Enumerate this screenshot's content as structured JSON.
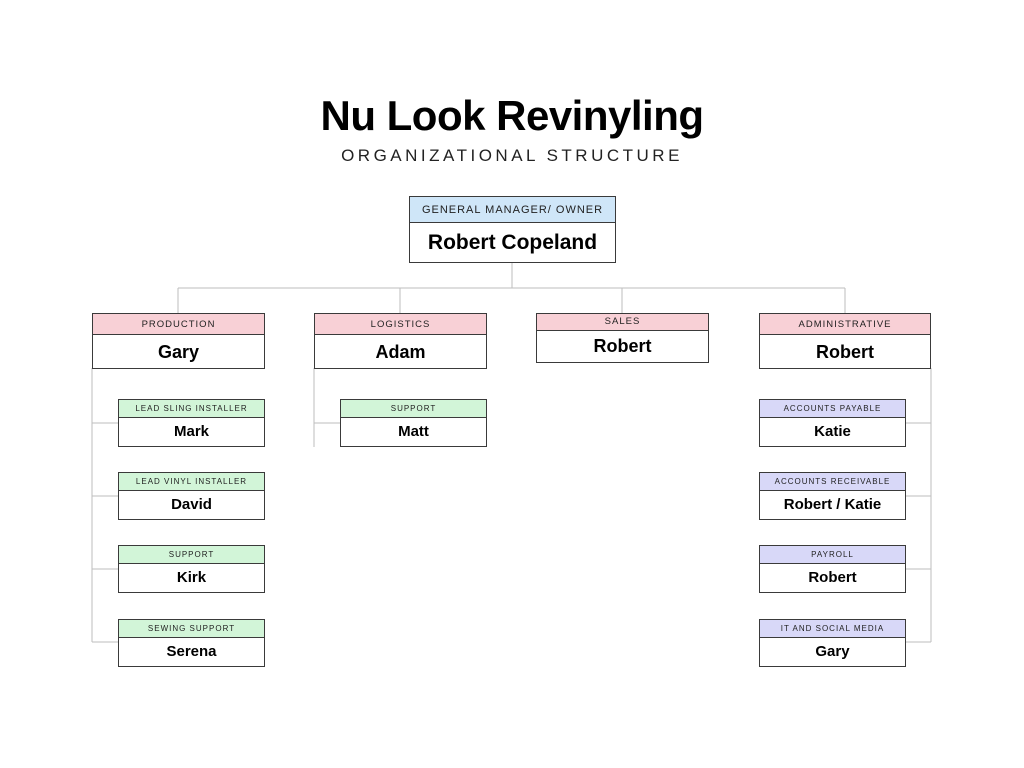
{
  "header": {
    "title": "Nu Look Revinyling",
    "subtitle": "ORGANIZATIONAL STRUCTURE"
  },
  "root": {
    "role": "GENERAL MANAGER/ OWNER",
    "name": "Robert Copeland"
  },
  "departments": [
    {
      "role": "PRODUCTION",
      "name": "Gary"
    },
    {
      "role": "LOGISTICS",
      "name": "Adam"
    },
    {
      "role": "SALES",
      "name": "Robert"
    },
    {
      "role": "ADMINISTRATIVE",
      "name": "Robert"
    }
  ],
  "production_staff": [
    {
      "role": "LEAD SLING INSTALLER",
      "name": "Mark"
    },
    {
      "role": "LEAD VINYL INSTALLER",
      "name": "David"
    },
    {
      "role": "SUPPORT",
      "name": "Kirk"
    },
    {
      "role": "SEWING SUPPORT",
      "name": "Serena"
    }
  ],
  "logistics_staff": [
    {
      "role": "SUPPORT",
      "name": "Matt"
    }
  ],
  "administrative_staff": [
    {
      "role": "ACCOUNTS PAYABLE",
      "name": "Katie"
    },
    {
      "role": "ACCOUNTS RECEIVABLE",
      "name": "Robert / Katie"
    },
    {
      "role": "PAYROLL",
      "name": "Robert"
    },
    {
      "role": "IT AND SOCIAL MEDIA",
      "name": "Gary"
    }
  ],
  "colors": {
    "root_header": "#cfe6f8",
    "department_header": "#f8d0d6",
    "production_logistics_header": "#d2f5d8",
    "administrative_header": "#d8d8f8",
    "connector": "#bdbdbd",
    "border": "#3a3a3a"
  }
}
